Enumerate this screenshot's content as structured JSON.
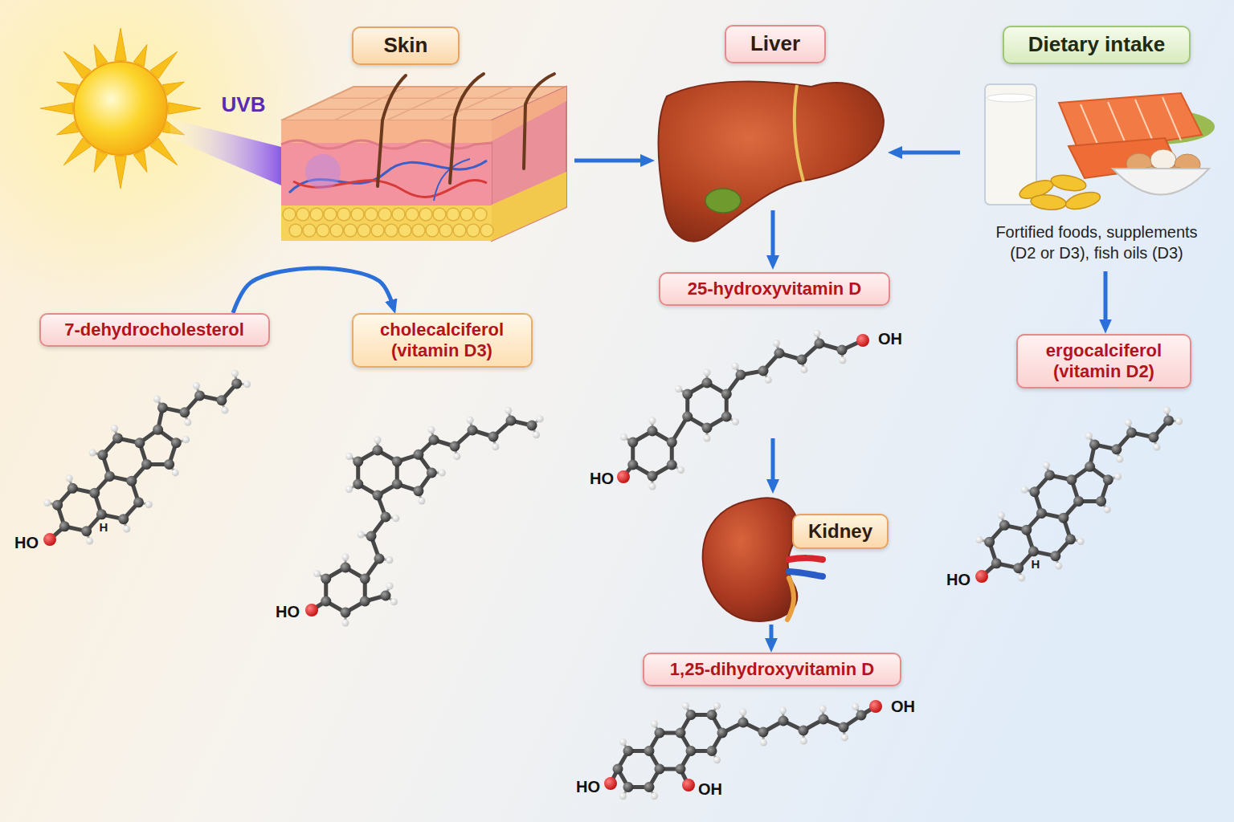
{
  "diagram": {
    "nodes": [
      {
        "text": [
          "Skin"
        ]
      },
      {
        "text": [
          "Liver"
        ]
      },
      {
        "text": [
          "Dietary intake",
          "Fortified foods, supplements (D2 or D3), fish oils (D3)"
        ]
      },
      {
        "text": [
          "25-hydroxyvitamin D"
        ]
      },
      {
        "text": [
          "7-dehydrocholesterol"
        ]
      },
      {
        "text": [
          "cholecalciferol (vitamin D3)"
        ]
      },
      {
        "text": [
          "ergocalciferol (vitamin D2)"
        ]
      },
      {
        "text": [
          "Kidney"
        ]
      },
      {
        "text": [
          "1,25-dihydroxyvitamin D"
        ]
      }
    ],
    "edges": [
      {
        "from": 0,
        "to": 1,
        "arrow": "to"
      },
      {
        "from": 2,
        "to": 1,
        "arrow": "to"
      },
      {
        "from": 1,
        "to": 3,
        "arrow": "to"
      },
      {
        "from": 3,
        "to": 7,
        "arrow": "to"
      },
      {
        "from": 7,
        "to": 8,
        "arrow": "to"
      },
      {
        "from": 4,
        "to": 5,
        "arrow": "to"
      },
      {
        "from": 2,
        "to": 6,
        "arrow": "to"
      }
    ],
    "labels": [
      "UVB",
      "H",
      "HO",
      "HO",
      "OH",
      "HO",
      "OH",
      "HO",
      "OH",
      "H",
      "HO"
    ]
  }
}
